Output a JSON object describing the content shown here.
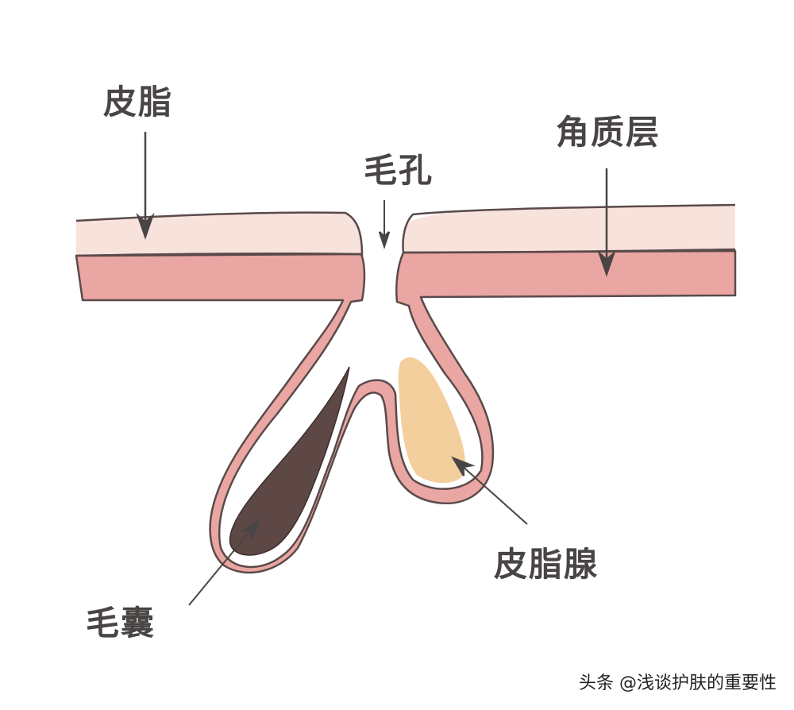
{
  "labels": {
    "sebum": "皮脂",
    "stratum_corneum": "角质层",
    "pore": "毛孔",
    "sebaceous_gland": "皮脂腺",
    "hair_follicle": "毛囊"
  },
  "watermark": "头条 @浅谈护肤的重要性",
  "colors": {
    "outline": "#5a4a4a",
    "upper_layer": "#f8e2dc",
    "lower_layer": "#e9a6a2",
    "follicle_fill": "#5d4846",
    "gland_fill": "#f3cf9e",
    "text": "#4a4545"
  }
}
